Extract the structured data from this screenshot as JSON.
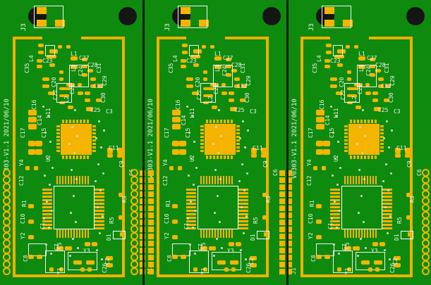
{
  "board": {
    "version_label": "V0303-V1.1 2021/06/10",
    "panel_count": 3
  },
  "labels": {
    "j3": "J3",
    "j1": "J1",
    "l4": "L4",
    "c35": "C35",
    "c23": "C23",
    "c25": "C25",
    "c27": "C27",
    "c28": "C28",
    "c29": "C29",
    "c30": "C30",
    "c31": "C31",
    "c32": "C32",
    "c20": "C20",
    "c21": "C21",
    "c22": "C22",
    "c24": "C24",
    "l1": "L1",
    "l2": "L2",
    "l3": "L3",
    "l11": "L11",
    "c3": "C3",
    "c15": "C15",
    "c17": "C17",
    "c16": "C16",
    "c14": "C14",
    "u2": "U2",
    "c11": "C11",
    "c9": "C9",
    "c6": "C6",
    "y4": "Y4",
    "c12": "C12",
    "r3": "R3",
    "r5": "R5",
    "d1": "D1",
    "y2": "Y2",
    "c10": "C10",
    "r1": "R1",
    "c1": "C1",
    "c5": "C5",
    "c7": "C7",
    "c8": "C8",
    "c26": "C26",
    "y1": "Y1",
    "y3": "Y3",
    "c2": "C2"
  },
  "colors": {
    "board_green": "#0e8a0e",
    "copper_gold": "#f5b400",
    "silkscreen": "#f2f2f2",
    "hole": "#151515"
  }
}
